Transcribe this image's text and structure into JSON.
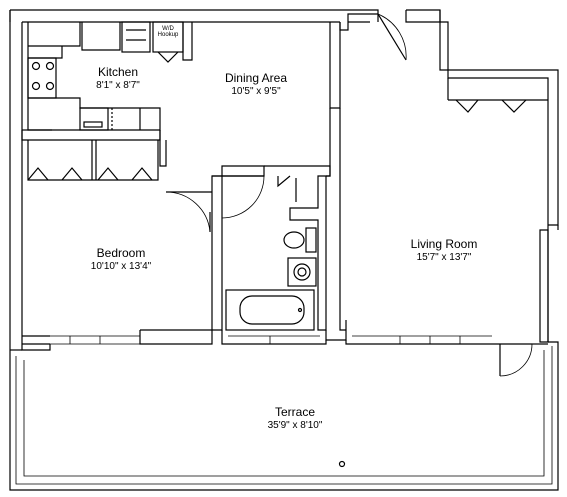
{
  "rooms": {
    "kitchen": {
      "name": "Kitchen",
      "dimensions": "8'1\" x 8'7\""
    },
    "dining": {
      "name": "Dining Area",
      "dimensions": "10'5\" x 9'5\""
    },
    "bedroom": {
      "name": "Bedroom",
      "dimensions": "10'10\" x 13'4\""
    },
    "living": {
      "name": "Living Room",
      "dimensions": "15'7\" x 13'7\""
    },
    "terrace": {
      "name": "Terrace",
      "dimensions": "35'9\" x 8'10\""
    }
  },
  "fixtures": {
    "wd_line1": "W/D",
    "wd_line2": "Hookup"
  }
}
